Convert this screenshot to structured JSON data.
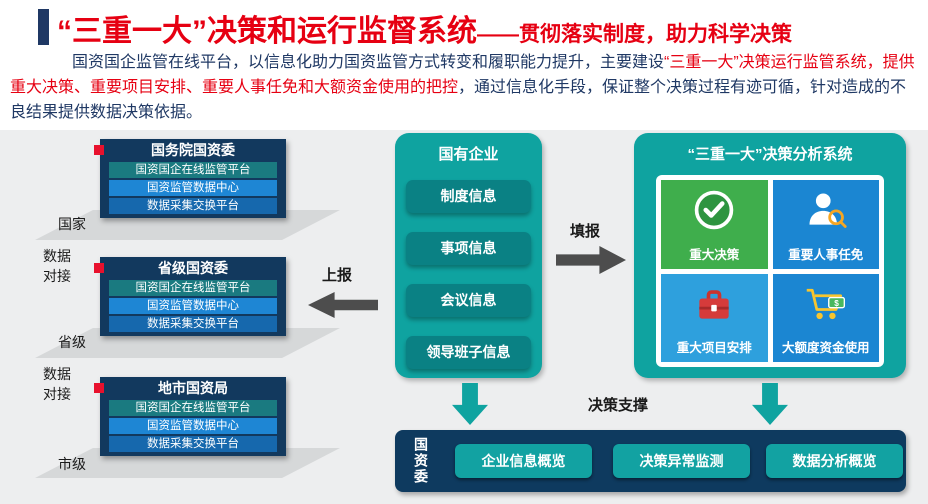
{
  "header": {
    "title_main": "“三重一大”决策和运行监督系统",
    "title_sub": "——贯彻落实制度，助力科学决策",
    "accent_color": "#e60012"
  },
  "intro": {
    "seg_black_1": "国资国企监管在线平台，以信息化助力国资监管方式转变和履职能力提升，主要建设",
    "seg_red": "“三重一大”决策运行监管系统，提供重大决策、重要项目安排、重要人事任免和大额资金使用的把控",
    "seg_black_2": "，通过信息化手段，保证整个决策过程有迹可循，针对造成的不良结果提供数据决策依据。"
  },
  "left_stack": {
    "link_label": "数据对接",
    "levels": [
      {
        "title": "国务院国资委",
        "platform_label": "国家",
        "rows": [
          "国资国企在线监管平台",
          "国资监管数据中心",
          "数据采集交换平台"
        ]
      },
      {
        "title": "省级国资委",
        "platform_label": "省级",
        "rows": [
          "国资国企在线监管平台",
          "国资监管数据中心",
          "数据采集交换平台"
        ]
      },
      {
        "title": "地市国资局",
        "platform_label": "市级",
        "rows": [
          "国资国企在线监管平台",
          "国资监管数据中心",
          "数据采集交换平台"
        ]
      }
    ]
  },
  "arrows": {
    "report_up": "上报",
    "fill_in": "填报",
    "decision_support": "决策支撑"
  },
  "enterprise_box": {
    "title": "国有企业",
    "items": [
      "制度信息",
      "事项信息",
      "会议信息",
      "领导班子信息"
    ],
    "color": "#0fa3a0"
  },
  "analysis_box": {
    "title": "“三重一大”决策分析系统",
    "tiles": [
      {
        "label": "重大决策",
        "icon": "check-circle-icon",
        "color": "#3fae4c"
      },
      {
        "label": "重要人事任免",
        "icon": "person-search-icon",
        "color": "#1b86d2"
      },
      {
        "label": "重大项目安排",
        "icon": "toolbox-icon",
        "color": "#2ea0dd"
      },
      {
        "label": "大额度资金使用",
        "icon": "cart-money-icon",
        "color": "#1b86d2"
      }
    ]
  },
  "bottom_bar": {
    "label": "国资委",
    "color": "#0e3a5f",
    "buttons": [
      "企业信息概览",
      "决策异常监测",
      "数据分析概览"
    ]
  }
}
